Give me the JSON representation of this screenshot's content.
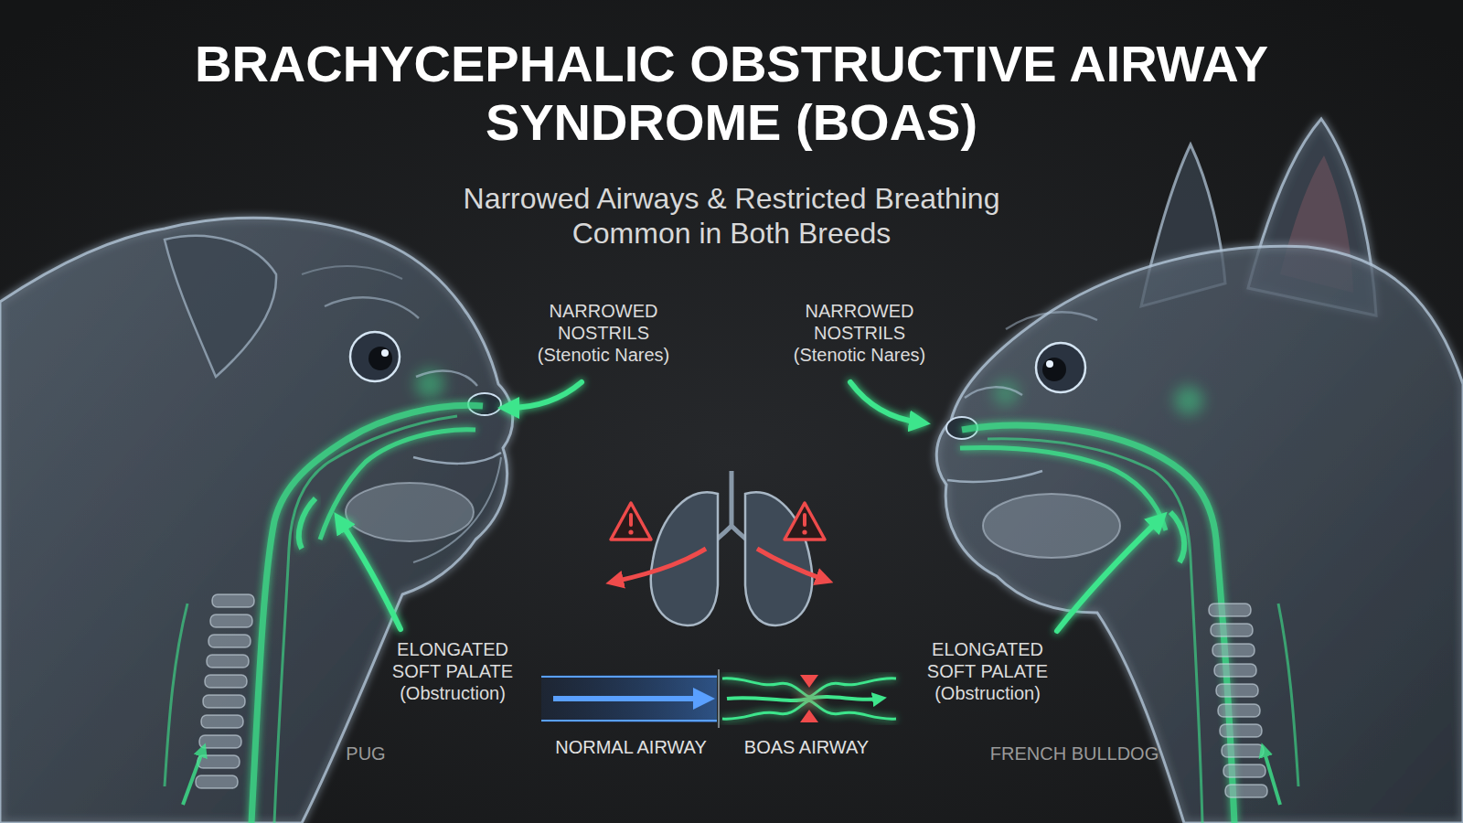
{
  "diagram": {
    "title": "BRACHYCEPHALIC OBSTRUCTIVE AIRWAY SYNDROME (BOAS)",
    "labels": [
      "Narrowed Airways & Restricted Breathing Common in Both Breeds",
      "NARROWED NOSTRILS (Stenotic Nares)",
      "NARROWED NOSTRILS (Stenotic Nares)",
      "ELONGATED SOFT PALATE (Obstruction)",
      "ELONGATED SOFT PALATE (Obstruction)",
      "NORMAL AIRWAY",
      "BOAS AIRWAY",
      "PUG",
      "FRENCH BULLDOG"
    ]
  }
}
